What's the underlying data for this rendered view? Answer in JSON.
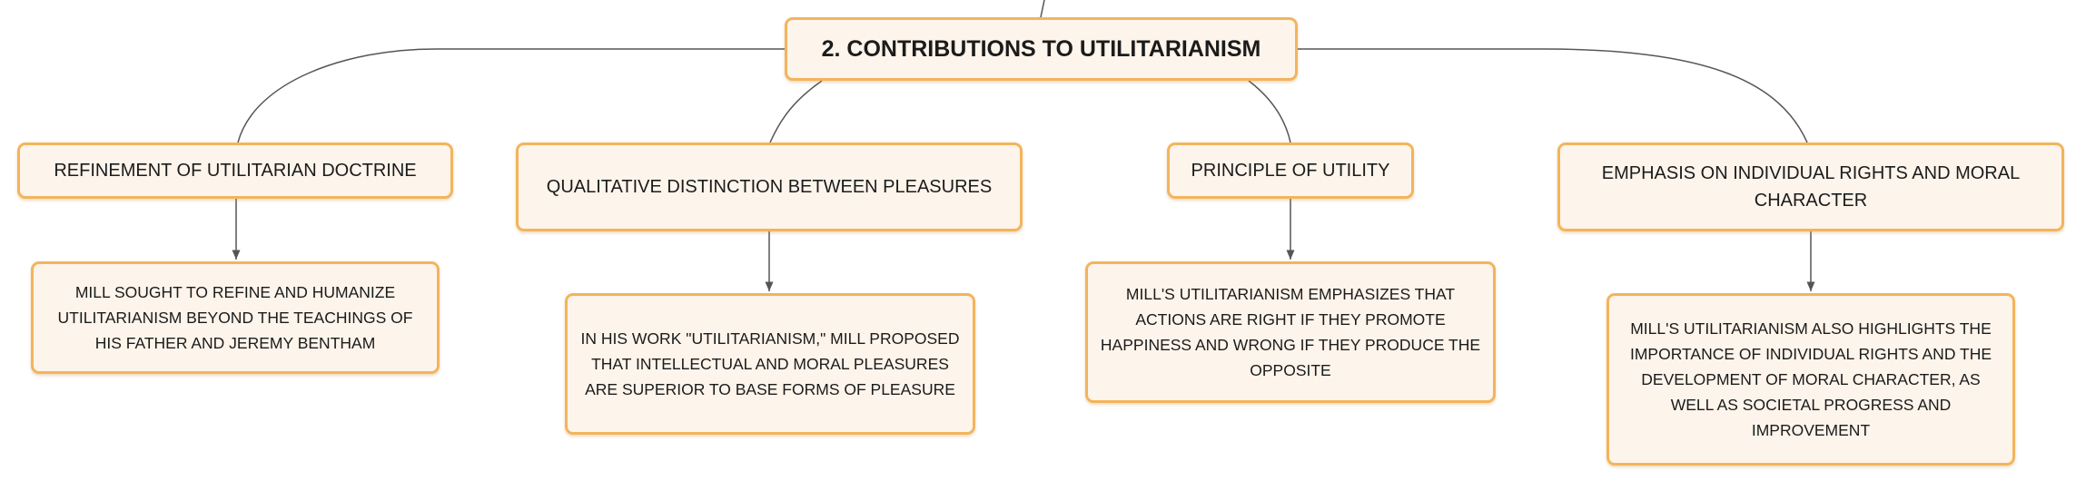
{
  "mindmap": {
    "root": "2. CONTRIBUTIONS TO UTILITARIANISM",
    "branches": [
      {
        "title": "REFINEMENT OF UTILITARIAN DOCTRINE",
        "detail": "MILL SOUGHT TO REFINE AND HUMANIZE UTILITARIANISM BEYOND THE TEACHINGS OF HIS FATHER AND JEREMY BENTHAM"
      },
      {
        "title": "QUALITATIVE DISTINCTION BETWEEN PLEASURES",
        "detail": "IN HIS WORK \"UTILITARIANISM,\" MILL PROPOSED THAT INTELLECTUAL AND MORAL PLEASURES ARE SUPERIOR TO BASE FORMS OF PLEASURE"
      },
      {
        "title": "PRINCIPLE OF UTILITY",
        "detail": "MILL'S UTILITARIANISM EMPHASIZES THAT ACTIONS ARE RIGHT IF THEY PROMOTE HAPPINESS AND WRONG IF THEY PRODUCE THE OPPOSITE"
      },
      {
        "title": "EMPHASIS ON INDIVIDUAL RIGHTS AND MORAL CHARACTER",
        "detail": "MILL'S UTILITARIANISM ALSO HIGHLIGHTS THE IMPORTANCE OF INDIVIDUAL RIGHTS AND THE DEVELOPMENT OF MORAL CHARACTER, AS WELL AS SOCIETAL PROGRESS AND IMPROVEMENT"
      }
    ]
  },
  "colors": {
    "node_border": "#f3b45c",
    "node_fill": "#fdf4eb",
    "connector": "#555555",
    "text": "#1b1b1b"
  }
}
